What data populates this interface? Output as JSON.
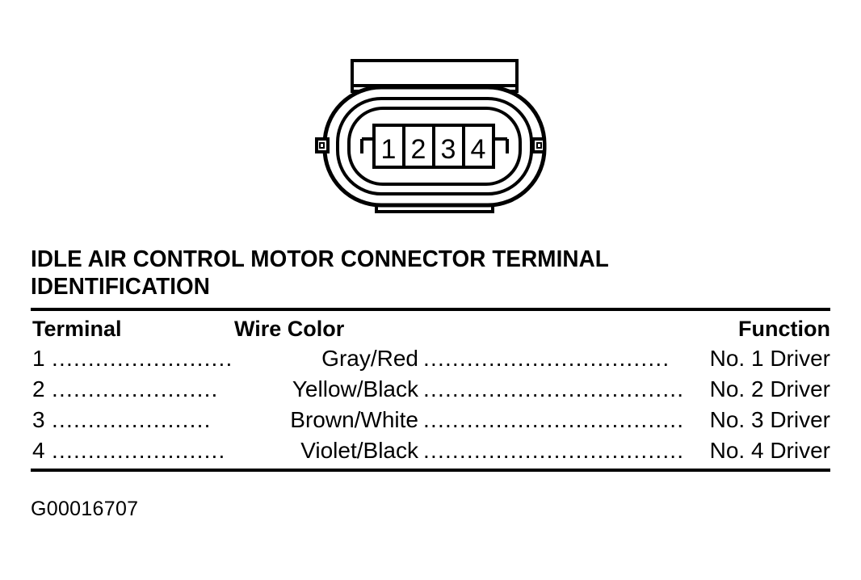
{
  "figure": {
    "name": "idle-air-control-motor-connector",
    "terminals": [
      "1",
      "2",
      "3",
      "4"
    ],
    "stroke_color": "#000000",
    "fill_color": "#ffffff"
  },
  "title": {
    "line1": "IDLE AIR CONTROL MOTOR CONNECTOR TERMINAL",
    "line2": "IDENTIFICATION"
  },
  "table": {
    "headers": {
      "terminal": "Terminal",
      "wire_color": "Wire Color",
      "function": "Function"
    },
    "rows": [
      {
        "terminal": "1",
        "leader_left": "...........................",
        "wire_color": "Gray/Red",
        "leader_right": ".....................................",
        "function": "No. 1 Driver"
      },
      {
        "terminal": "2",
        "leader_left": "...........................",
        "wire_color": "Yellow/Black",
        "leader_right": ".....................................",
        "function": "No. 2 Driver"
      },
      {
        "terminal": "3",
        "leader_left": "...........................",
        "wire_color": "Brown/White",
        "leader_right": ".....................................",
        "function": "No. 3 Driver"
      },
      {
        "terminal": "4",
        "leader_left": "...........................",
        "wire_color": "Violet/Black",
        "leader_right": ".....................................",
        "function": "No. 4 Driver"
      }
    ]
  },
  "footer": {
    "code": "G00016707"
  }
}
